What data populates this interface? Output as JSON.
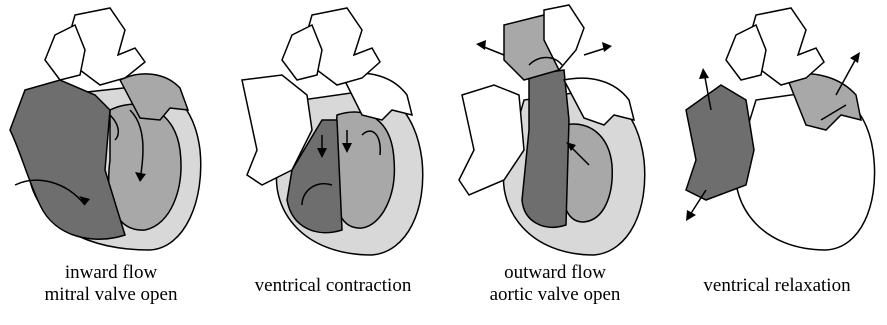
{
  "panels": [
    {
      "caption_line1": "inward flow",
      "caption_line2": "mitral valve open"
    },
    {
      "caption_line1": "ventrical contraction",
      "caption_line2": ""
    },
    {
      "caption_line1": "outward flow",
      "caption_line2": "aortic valve open"
    },
    {
      "caption_line1": "ventrical relaxation",
      "caption_line2": ""
    }
  ],
  "colors": {
    "outline": "#000000",
    "vessel": "#ffffff",
    "dark_chamber": "#6e6e6e",
    "light_chamber": "#a8a8a8",
    "wall": "#d8d8d8"
  }
}
